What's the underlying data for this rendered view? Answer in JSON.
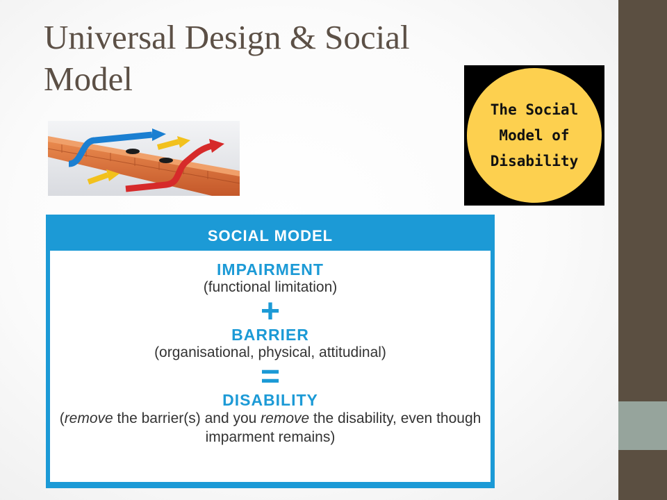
{
  "slide": {
    "title": "Universal Design & Social Model"
  },
  "badge": {
    "text": "The Social\nModel of\nDisability"
  },
  "social_model": {
    "header": "SOCIAL MODEL",
    "impairment": {
      "term": "IMPAIRMENT",
      "desc": "(functional limitation)"
    },
    "plus": "+",
    "barrier": {
      "term": "BARRIER",
      "desc": "(organisational, physical, attitudinal)"
    },
    "equals": "=",
    "disability": {
      "term": "DISABILITY",
      "note_open": "(",
      "note_remove1": "remove",
      "note_mid": " the barrier(s) and you ",
      "note_remove2": "remove",
      "note_end": " the disability, even though imparment remains)"
    }
  },
  "colors": {
    "accent_blue": "#1c9ad6",
    "badge_yellow": "#fdd04f",
    "sidebar_brown": "#5b4f41",
    "sidebar_accent": "#96a49c",
    "title_color": "#5c5046"
  }
}
